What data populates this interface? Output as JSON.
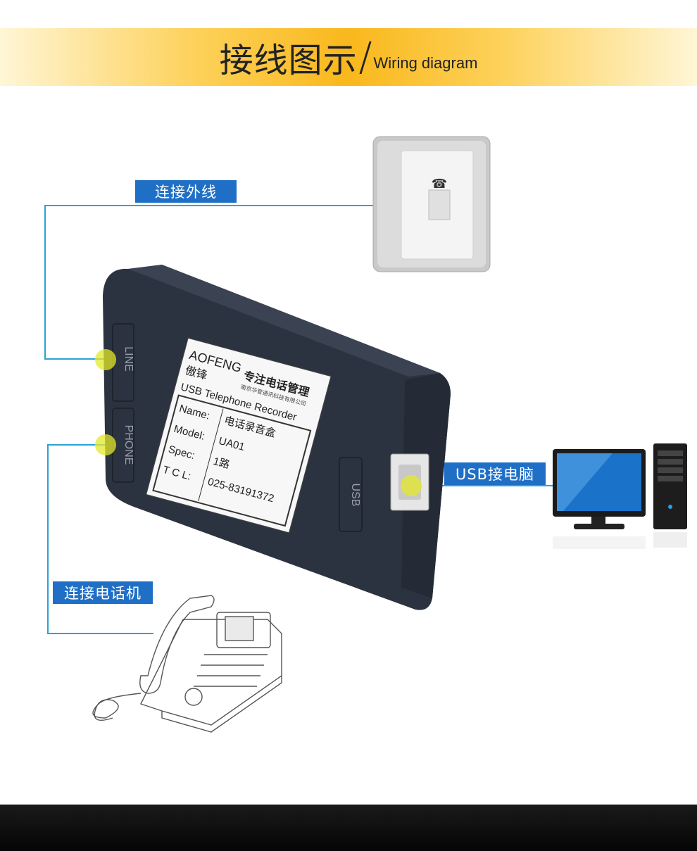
{
  "header": {
    "title_cn": "接线图示",
    "separator": "/",
    "title_en": "Wiring diagram"
  },
  "labels": {
    "line_out": "连接外线",
    "usb_pc": "USB接电脑",
    "phone": "连接电话机"
  },
  "device": {
    "brand": "AOFENG",
    "brand_cn": "傲锋",
    "slogan": "专注电话管理",
    "company_cn": "南京华管通讯科技有限公司",
    "product_line": "USB Telephone Recorder",
    "fields": [
      {
        "key": "Name:",
        "value": "电话录音盒"
      },
      {
        "key": "Model:",
        "value": "UA01"
      },
      {
        "key": "Spec:",
        "value": "1路"
      },
      {
        "key": "T C L:",
        "value": "025-83191372"
      }
    ],
    "port_line": "LINE",
    "port_phone": "PHONE",
    "port_usb": "USB"
  },
  "colors": {
    "label_bg": "#1f6fc6",
    "connector_line": "#29a3d6",
    "banner_accent": "#f9b81c",
    "device_body": "#2c3340"
  }
}
